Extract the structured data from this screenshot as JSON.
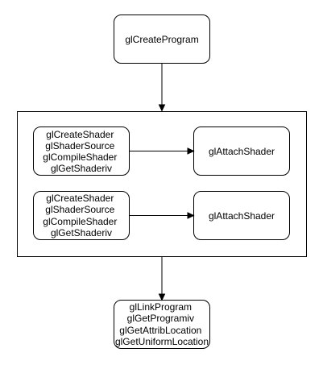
{
  "nodes": {
    "create_program": {
      "lines": [
        "glCreateProgram"
      ]
    },
    "shader_setup_1": {
      "lines": [
        "glCreateShader",
        "glShaderSource",
        "glCompileShader",
        "glGetShaderiv"
      ]
    },
    "attach_shader_1": {
      "lines": [
        "glAttachShader"
      ]
    },
    "shader_setup_2": {
      "lines": [
        "glCreateShader",
        "glShaderSource",
        "glCompileShader",
        "glGetShaderiv"
      ]
    },
    "attach_shader_2": {
      "lines": [
        "glAttachShader"
      ]
    },
    "link_program": {
      "lines": [
        "glLinkProgram",
        "glGetProgramiv",
        "glGetAttribLocation",
        "glGetUniformLocation"
      ]
    }
  },
  "colors": {
    "stroke": "#000000",
    "fill": "#ffffff",
    "text": "#000000"
  }
}
